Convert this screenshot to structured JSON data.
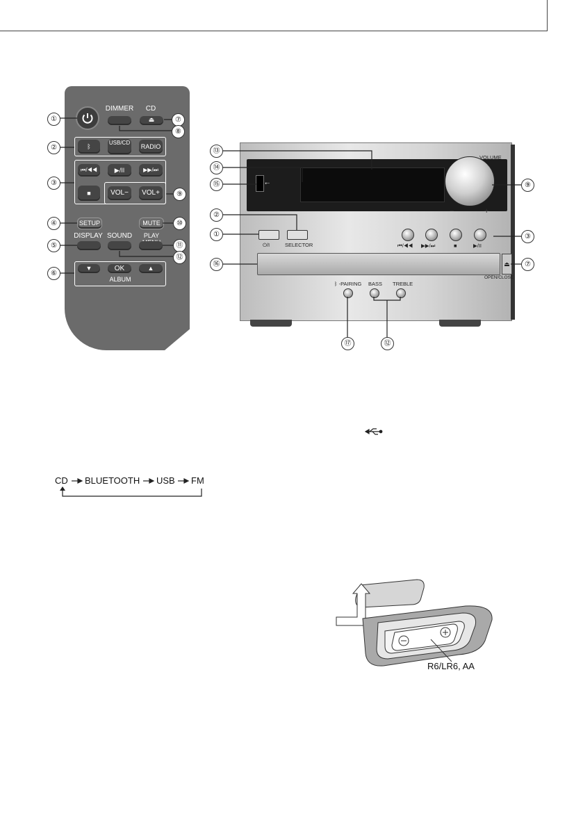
{
  "remote": {
    "dimmer": "DIMMER",
    "cd": "CD",
    "usb_cd": "USB/CD",
    "radio": "RADIO",
    "skip_back": "⏮/◀◀",
    "play_pause": "▶/II",
    "skip_fwd": "▶▶/⏭",
    "vol_down": "VOL−",
    "vol_up": "VOL+",
    "setup": "SETUP",
    "mute": "MUTE",
    "display": "DISPLAY",
    "sound": "SOUND",
    "play_menu": "PLAY MENU",
    "ok": "OK",
    "album": "ALBUM"
  },
  "unit": {
    "volume": "VOLUME",
    "power_label": "⏻/I",
    "selector": "SELECTOR",
    "rew_label": "⏮/◀◀",
    "fwd_label": "▶▶/⏭",
    "play_label": "▶/II",
    "open_close": "OPEN/CLOSE",
    "pairing": "-PAIRING",
    "bass": "BASS",
    "treble": "TREBLE",
    "minus": "−",
    "plus": "+"
  },
  "callouts": {
    "c1": "①",
    "c2": "②",
    "c3": "③",
    "c4": "④",
    "c5": "⑤",
    "c6": "⑥",
    "c7": "⑦",
    "c8": "⑧",
    "c9": "⑨",
    "c10": "⑩",
    "c11": "⑪",
    "c12": "⑫",
    "c13": "⑬",
    "c14": "⑭",
    "c15": "⑮",
    "c16": "⑯",
    "c17": "⑰"
  },
  "source_flow": {
    "s1": "CD",
    "s2": "BLUETOOTH",
    "s3": "USB",
    "s4": "FM"
  },
  "battery": {
    "label": "R6/LR6, AA"
  }
}
